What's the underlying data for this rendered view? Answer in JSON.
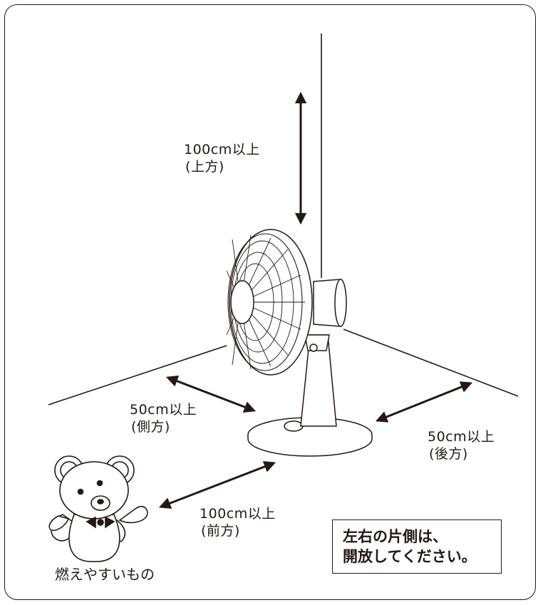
{
  "clearances": {
    "top": {
      "distance": "100cm以上",
      "direction": "(上方)"
    },
    "side": {
      "distance": "50cm以上",
      "direction": "(側方)"
    },
    "back": {
      "distance": "50cm以上",
      "direction": "(後方)"
    },
    "front": {
      "distance": "100cm以上",
      "direction": "(前方)"
    }
  },
  "flammable_label": "燃えやすいもの",
  "notice": {
    "line1": "左右の片側は、",
    "line2": "開放してください。"
  },
  "colors": {
    "ink": "#231815",
    "background": "#ffffff"
  },
  "icons": [
    "fan",
    "teddy-bear",
    "double-arrow"
  ]
}
